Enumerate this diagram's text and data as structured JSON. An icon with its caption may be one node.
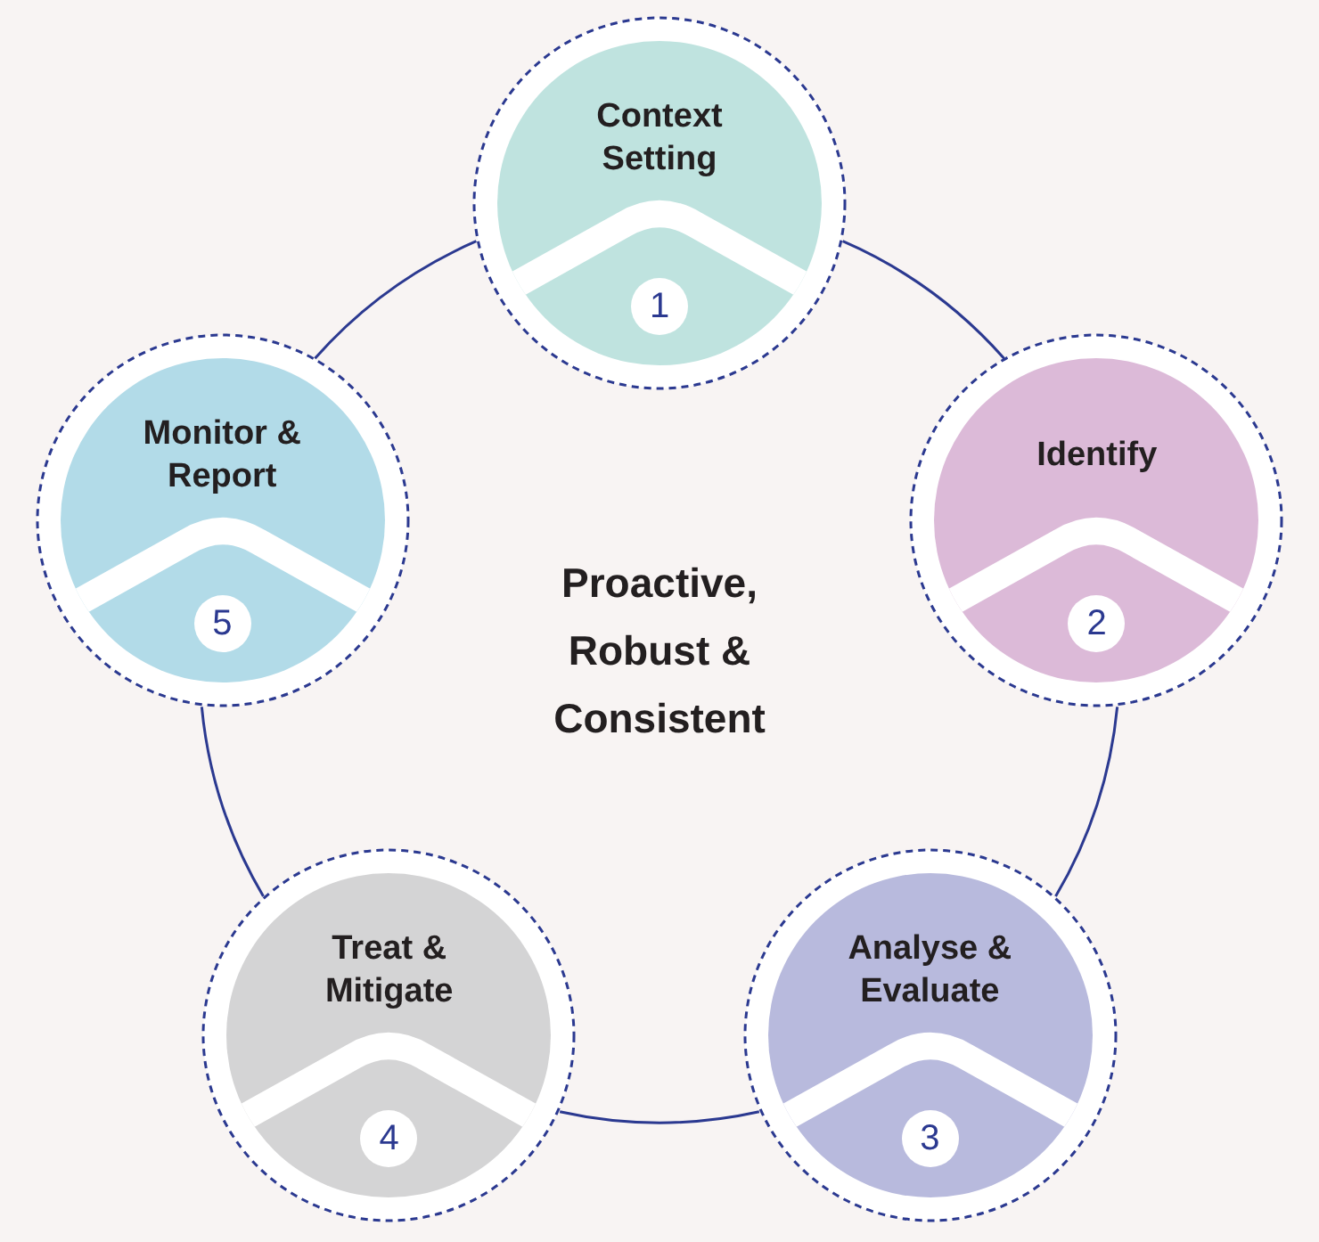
{
  "diagram": {
    "nodes": [
      {
        "text": [
          "Context Setting",
          "1"
        ]
      },
      {
        "text": [
          "Identify",
          "2"
        ]
      },
      {
        "text": [
          "Analyse & Evaluate",
          "3"
        ]
      },
      {
        "text": [
          "Treat & Mitigate",
          "4"
        ]
      },
      {
        "text": [
          "Monitor & Report",
          "5"
        ]
      }
    ],
    "edges": [
      {
        "from": 0,
        "to": 1,
        "arrow": "none"
      },
      {
        "from": 1,
        "to": 2,
        "arrow": "none"
      },
      {
        "from": 2,
        "to": 3,
        "arrow": "none"
      },
      {
        "from": 3,
        "to": 4,
        "arrow": "none"
      },
      {
        "from": 4,
        "to": 0,
        "arrow": "none"
      }
    ],
    "labels": [
      "Proactive, Robust & Consistent"
    ]
  }
}
